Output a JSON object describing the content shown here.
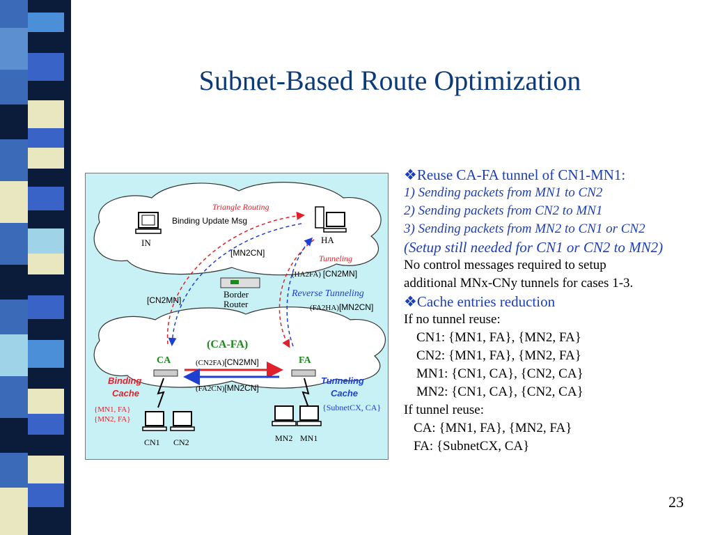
{
  "slide": {
    "title": "Subnet-Based Route Optimization",
    "page_number": "23"
  },
  "diagram": {
    "labels": {
      "in": "IN",
      "ha": "HA",
      "triangle_routing": "Triangle Routing",
      "binding_update": "Binding Update Msg",
      "mn2cn_top": "[MN2CN]",
      "tunneling": "Tunneling",
      "ha2fa": "(HA2FA)",
      "cn2mn_right": "[CN2MN]",
      "reverse_tunneling": "Reverse Tunneling",
      "fa2ha": "(FA2HA)",
      "mn2cn_right": "[MN2CN]",
      "cn2mn_left": "[CN2MN]",
      "border_router_1": "Border",
      "border_router_2": "Router",
      "ca_fa": "(CA-FA)",
      "ca": "CA",
      "fa": "FA",
      "cn2fa": "(CN2FA)",
      "cn2mn_mid": "[CN2MN]",
      "fa2cn": "(FA2CN)",
      "mn2cn_mid": "[MN2CN]",
      "binding_cache_1": "Binding",
      "binding_cache_2": "Cache",
      "tunneling_cache_1": "Tunneling",
      "tunneling_cache_2": "Cache",
      "bc_entry1": "{MN1, FA}",
      "bc_entry2": "{MN2, FA}",
      "tc_entry": "{SubnetCX, CA}",
      "cn1": "CN1",
      "cn2": "CN2",
      "mn2": "MN2",
      "mn1": "MN1"
    },
    "colors": {
      "background": "#c8f1f5",
      "red": "#e0202a",
      "blue": "#1f3fd0",
      "green": "#1a8a1a"
    }
  },
  "text": {
    "h1": "❖Reuse CA-FA tunnel of CN1-MN1:",
    "i1": "1) Sending packets from MN1 to CN2",
    "i2": "2) Sending packets from CN2  to MN1",
    "i3": "3) Sending packets from MN2 to CN1 or CN2",
    "setup": "(Setup still needed for CN1 or CN2 to MN2)",
    "noctrl1": "No control messages required to setup",
    "noctrl2": "additional MNx-CNy tunnels for cases 1-3.",
    "h2": "❖Cache entries reduction",
    "no_reuse": "If no tunnel reuse:",
    "nr1": "CN1: {MN1, FA}, {MN2, FA}",
    "nr2": "CN2: {MN1, FA}, {MN2, FA}",
    "nr3": "MN1: {CN1, CA}, {CN2, CA}",
    "nr4": "MN2: {CN1, CA}, {CN2, CA}",
    "reuse": "If tunnel reuse:",
    "r1": "CA: {MN1, FA}, {MN2, FA}",
    "r2": "FA: {SubnetCX, CA}"
  }
}
